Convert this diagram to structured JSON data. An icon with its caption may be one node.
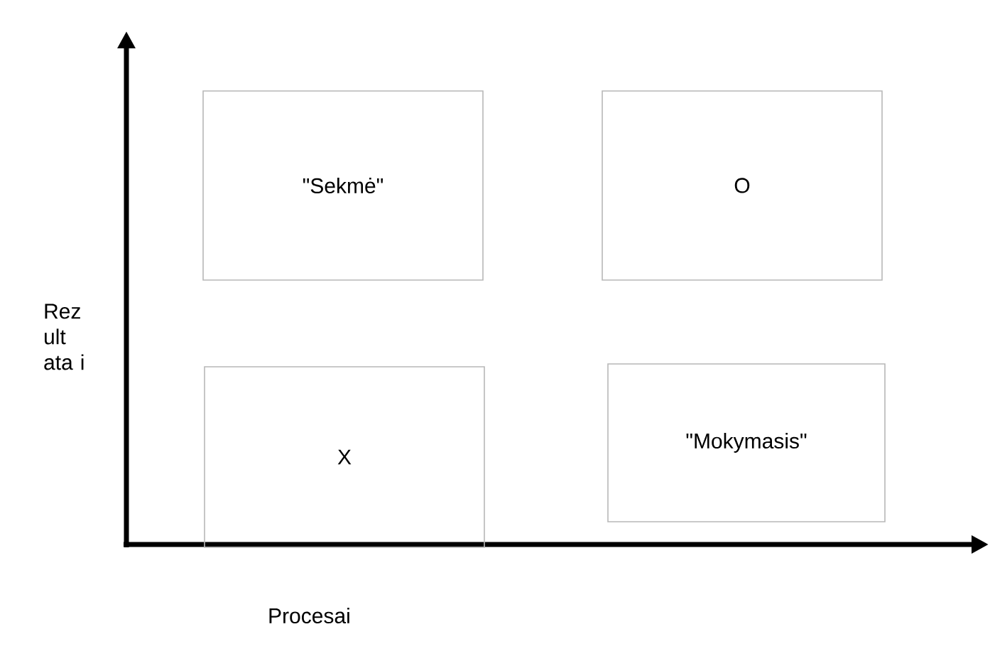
{
  "diagram": {
    "nodes": [
      {
        "text": [
          "\"Sekmė\""
        ]
      },
      {
        "text": [
          "O"
        ]
      },
      {
        "text": [
          "X"
        ]
      },
      {
        "text": [
          "\"Mokymasis\""
        ]
      }
    ],
    "edges": [],
    "labels": [
      "Rez ult ata i",
      "Procesai"
    ]
  }
}
